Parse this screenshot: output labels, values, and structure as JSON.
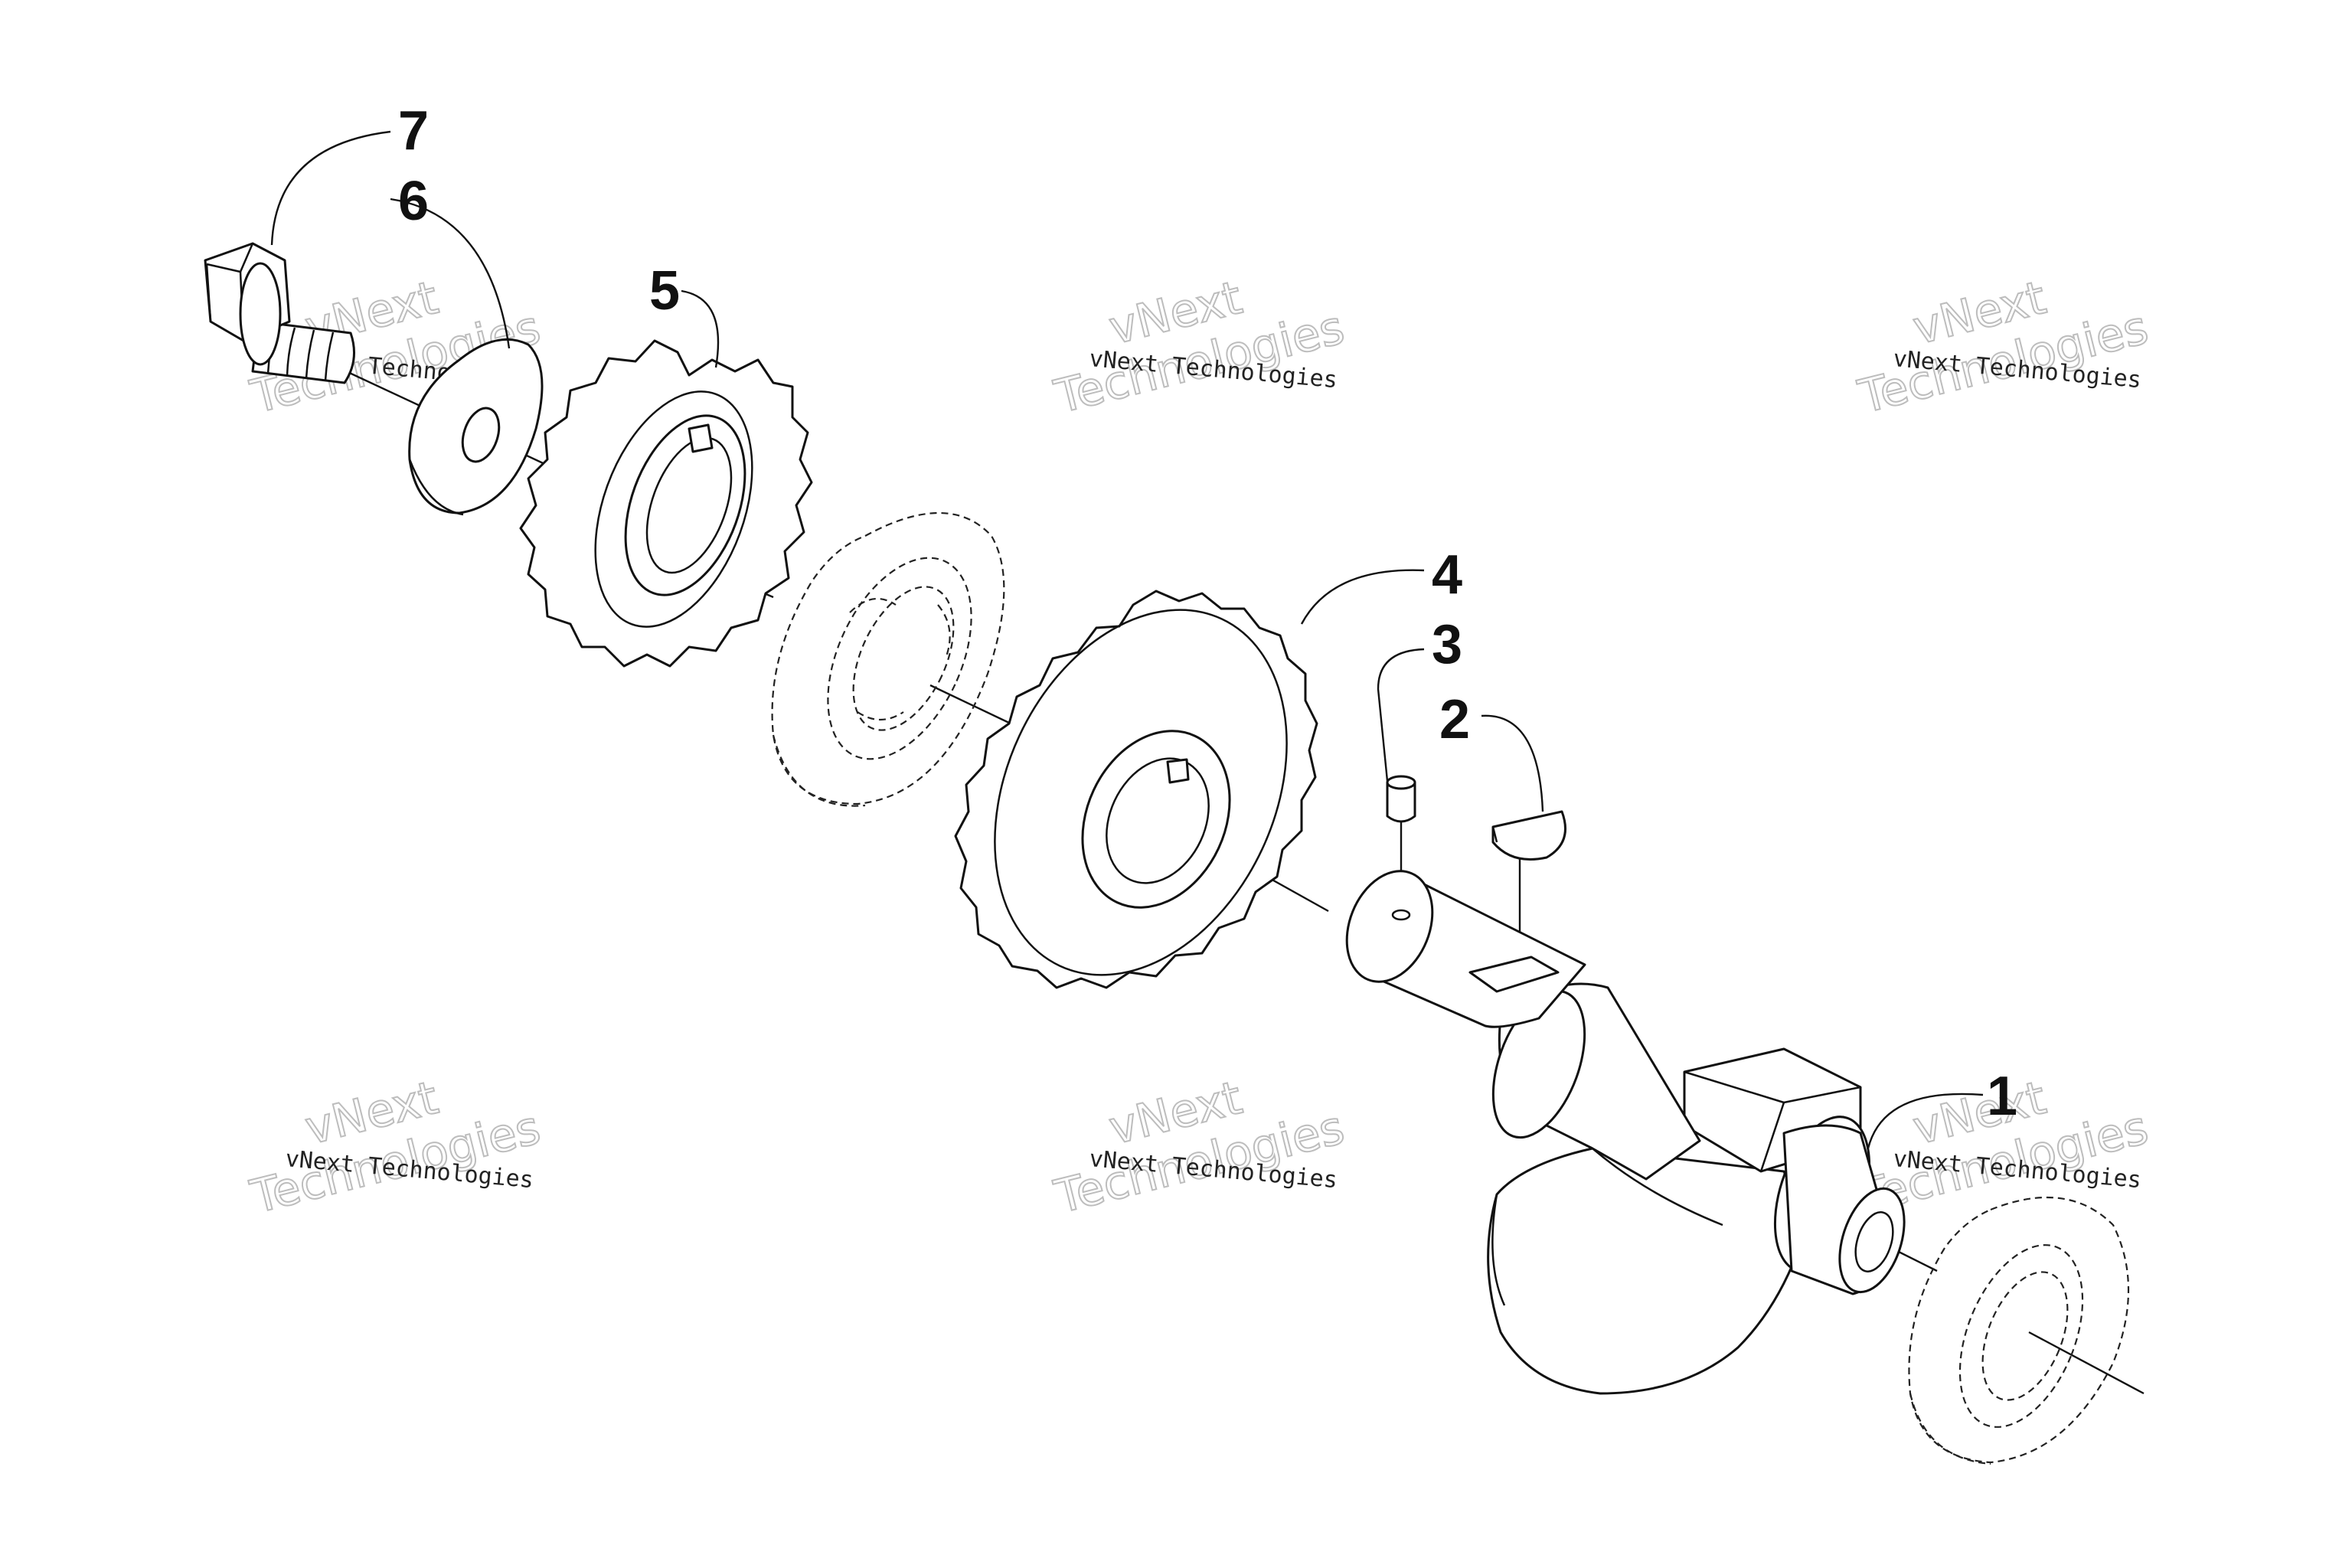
{
  "callouts": {
    "c1": "1",
    "c2": "2",
    "c3": "3",
    "c4": "4",
    "c5": "5",
    "c6": "6",
    "c7": "7"
  },
  "watermark": {
    "line1": "vNext Technologies",
    "word1": "vNext",
    "word2": "Technologies"
  }
}
